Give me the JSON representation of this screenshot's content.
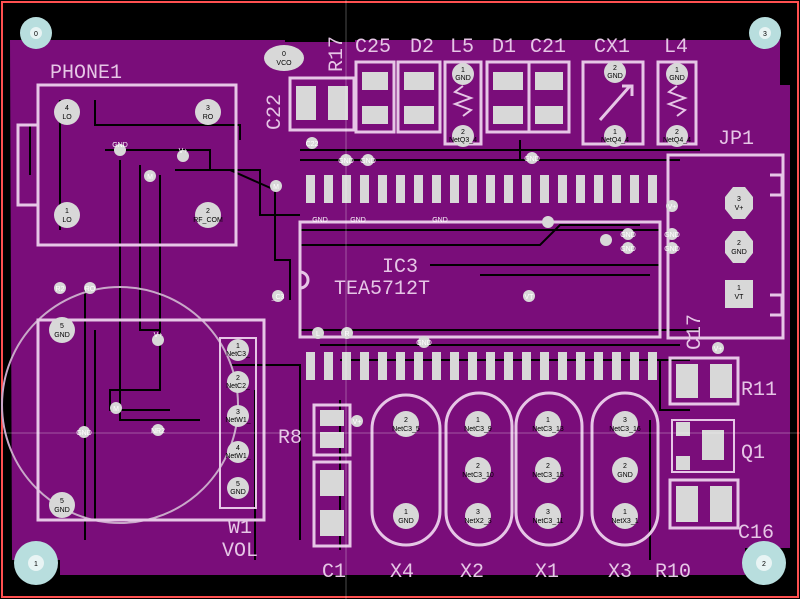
{
  "board": {
    "colors": {
      "background": "#000000",
      "copper": "#7a0d7a",
      "silkscreen": "#e6c6e6",
      "pad": "#d8d8d8",
      "edge": "#ff5050"
    },
    "mounting_holes": [
      "0",
      "3",
      "1",
      "2"
    ],
    "components": {
      "phone": "PHONE1",
      "ic3_name": "IC3",
      "ic3_part": "TEA5712T",
      "jp1": "JP1",
      "c25": "C25",
      "d2": "D2",
      "l5": "L5",
      "d1": "D1",
      "c21": "C21",
      "cx1": "CX1",
      "l4": "L4",
      "r17": "R17",
      "c22": "C22",
      "c17": "C17",
      "r11": "R11",
      "q1": "Q1",
      "c16": "C16",
      "r8": "R8",
      "c1": "C1",
      "x4": "X4",
      "x2": "X2",
      "x1": "X1",
      "x3": "X3",
      "r10": "R10",
      "w1": "W1",
      "vol": "VOL"
    },
    "pads": {
      "vco": "VCO",
      "vco_num": "0",
      "phone_4": "4",
      "phone_4_net": "LO",
      "phone_3": "3",
      "phone_3_net": "RO",
      "phone_1": "1",
      "phone_1_net": "LO",
      "phone_2": "2",
      "phone_2_net": "RF_COM",
      "jp1_3": "3",
      "jp1_3_net": "V+",
      "jp1_2": "2",
      "jp1_2_net": "GND",
      "jp1_1": "1",
      "jp1_1_net": "VT",
      "w1_5a": "5",
      "w1_5a_net": "GND",
      "w1_5b": "5",
      "w1_5b_net": "GND",
      "vol_1": "1",
      "vol_1_net": "NetC3_",
      "vol_2": "2",
      "vol_2_net": "NetC2_",
      "vol_3": "3",
      "vol_3_net": "NetW1_",
      "vol_4": "4",
      "vol_4_net": "NetW1_",
      "vol_5": "5",
      "vol_5_net": "GND",
      "x4_2": "2",
      "x4_2_net": "NetC3_5",
      "x4_1": "1",
      "x4_1_net": "GND",
      "x2_1": "1",
      "x2_1_net": "NetC3_9",
      "x2_2": "2",
      "x2_2_net": "NetC3_10",
      "x2_3": "3",
      "x2_3_net": "NetX2_3",
      "x1_1": "1",
      "x1_1_net": "NetC3_13",
      "x1_2": "2",
      "x1_2_net": "NetC3_15",
      "x1_3": "3",
      "x1_3_net": "NetC3_11",
      "x3_3": "3",
      "x3_3_net": "NetC3_16",
      "x3_2": "2",
      "x3_2_net": "GND",
      "x3_1": "1",
      "x3_1_net": "NetX3_1",
      "l5_1": "1",
      "l5_1_net": "GND",
      "l5_2": "2",
      "l5_2_net": "NetQ3_4",
      "cx1_2": "2",
      "cx1_2_net": "GND",
      "cx1_1": "1",
      "cx1_1_net": "NetQ4_4",
      "l4_1": "1",
      "l4_1_net": "GND",
      "l4_2": "2",
      "l4_2_net": "NetQ4_4"
    },
    "vias": {
      "gnd": "GND",
      "vplus": "V+",
      "m": "M",
      "l": "L",
      "r": "R",
      "vt": "VT",
      "c22": "C22",
      "r2": "R2",
      "ro": "RO",
      "c3": "_C3",
      "nr2": "NR2"
    }
  }
}
